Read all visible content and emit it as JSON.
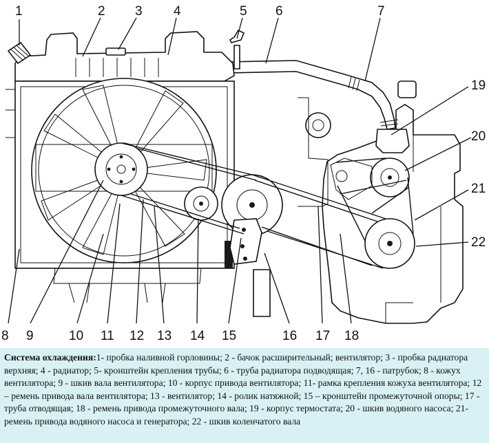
{
  "callouts": [
    {
      "num": "1"
    },
    {
      "num": "2"
    },
    {
      "num": "3"
    },
    {
      "num": "4"
    },
    {
      "num": "5"
    },
    {
      "num": "6"
    },
    {
      "num": "7"
    },
    {
      "num": "8"
    },
    {
      "num": "9"
    },
    {
      "num": "10"
    },
    {
      "num": "11"
    },
    {
      "num": "12"
    },
    {
      "num": "13"
    },
    {
      "num": "14"
    },
    {
      "num": "15"
    },
    {
      "num": "16"
    },
    {
      "num": "17"
    },
    {
      "num": "18"
    },
    {
      "num": "19"
    },
    {
      "num": "20"
    },
    {
      "num": "21"
    },
    {
      "num": "22"
    }
  ],
  "caption": {
    "title": "Система охлаждения:",
    "text": "1- пробка наливной горловины; 2 - бачок расширительный; вентилятор; 3 - пробка радиатора верхняя; 4 - радиатор; 5- кронштейн крепления трубы; 6 - труба радиатора подводящая; 7, 16 - патрубок; 8 - кожух вентилятора; 9 - шкив вала вентилятора; 10 - корпус привода вентилятора; 11- рамка крепления кожуха вентилятора; 12 – ремень привода вала вентилятора; 13 - вентилятор; 14 - ролик натяжной; 15 – кронштейн промежуточной опоры; 17 - труба отводящая; 18 - ремень привода промежуточного вала; 19 - корпус термостата; 20 - шкив водяного насоса; 21- ремень привода водяного насоса и генератора; 22 - шкив коленчатого вала"
  }
}
